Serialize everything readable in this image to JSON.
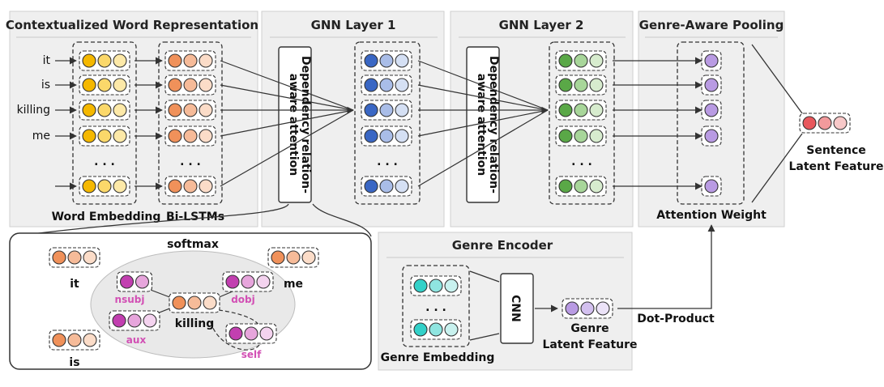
{
  "panels": {
    "contextual": "Contextualized Word Representation",
    "gnn1": "GNN Layer 1",
    "gnn2": "GNN Layer 2",
    "pooling": "Genre-Aware Pooling",
    "genre_encoder": "Genre Encoder"
  },
  "words": [
    "it",
    "is",
    "killing",
    "me"
  ],
  "ellipsis": ". . .",
  "labels": {
    "word_embedding": "Word Embedding",
    "bilstm": "Bi-LSTMs",
    "attention_line1": "Dependency relation-",
    "attention_line2": "aware attention",
    "attention_weight": "Attention Weight",
    "sentence_line1": "Sentence",
    "sentence_line2": "Latent Feature",
    "genre_embedding": "Genre Embedding",
    "cnn": "CNN",
    "genre_line1": "Genre",
    "genre_line2": "Latent Feature",
    "dot_product": "Dot-Product"
  },
  "detail": {
    "softmax": "softmax",
    "nodes": {
      "it": "it",
      "me": "me",
      "killing": "killing",
      "is": "is"
    },
    "relations": {
      "nsubj": "nsubj",
      "dobj": "dobj",
      "aux": "aux",
      "self": "self"
    }
  },
  "colors": {
    "word_embedding": [
      "#f5b800",
      "#fbd86a",
      "#fde9a8"
    ],
    "bilstm": [
      "#f0915a",
      "#f6bb99",
      "#fbdcc8"
    ],
    "gnn1": [
      "#3a67c4",
      "#a9bde8",
      "#d5e0f4"
    ],
    "gnn2": [
      "#5aa847",
      "#a8d69a",
      "#d7ecce"
    ],
    "pooled": "#b99be3",
    "sentence": [
      "#e8585d",
      "#f29a9c",
      "#f7c8c8"
    ],
    "genre_embedding": [
      "#33d1c9",
      "#8fe5e0",
      "#c9f2ef"
    ],
    "genre_latent": [
      "#b99be3",
      "#d3c0ef",
      "#ece3f8"
    ],
    "relation": [
      "#c23fb0",
      "#e7a5dc",
      "#f4d3ef"
    ],
    "panel_bg": "#efefef"
  }
}
